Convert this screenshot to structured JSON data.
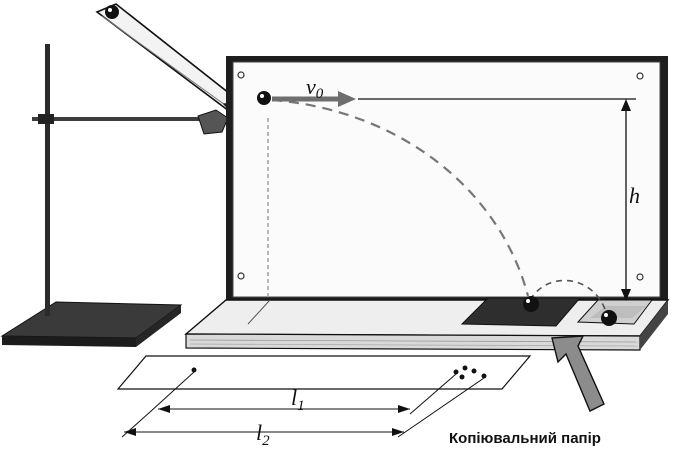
{
  "labels": {
    "velocity": "v",
    "velocity_sub": "0",
    "height": "h",
    "l1": "l",
    "l1_sub": "1",
    "l2": "l",
    "l2_sub": "2",
    "copy_paper": "Копіювальний папір"
  },
  "colors": {
    "ink": "#111111",
    "board_fill": "#fbfbfb",
    "base_fill": "#e6e6e6",
    "carbon_paper": "#2e2e2e",
    "stand": "#3a3a3a",
    "arrow_gray": "#8c8c8c",
    "ball": "#111111"
  },
  "icons": {
    "velocity_arrow": "right-arrow",
    "pointer_arrow": "thick-gray-arrow",
    "ball": "ball-icon"
  }
}
